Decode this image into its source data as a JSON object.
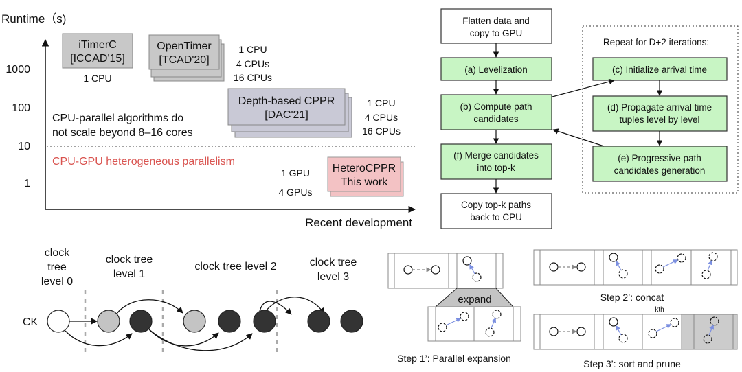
{
  "runtime_chart": {
    "y_axis_label": "Runtime（s)",
    "x_axis_label": "Recent development",
    "y_ticks": [
      "1000",
      "100",
      "10",
      "1"
    ],
    "boxes": [
      {
        "id": "itimerc",
        "lines": [
          "iTimerC",
          "[ICCAD'15]"
        ],
        "resources": [
          "1 CPU"
        ],
        "fill": "#c8c8c8",
        "stacked": false
      },
      {
        "id": "opentimer",
        "lines": [
          "OpenTimer",
          "[TCAD'20]"
        ],
        "resources": [
          "1 CPU",
          "4 CPUs",
          "16 CPUs"
        ],
        "fill": "#c8c8c8",
        "stacked": true
      },
      {
        "id": "depth-cppr",
        "lines": [
          "Depth-based CPPR",
          "[DAC'21]"
        ],
        "resources": [
          "1 CPU",
          "4 CPUs",
          "16 CPUs"
        ],
        "fill": "#c9c9d6",
        "stacked": true
      },
      {
        "id": "heterocppr",
        "lines": [
          "HeteroCPPR",
          "This work"
        ],
        "resources": [
          "1 GPU",
          "4 GPUs"
        ],
        "fill": "#f3c2c4",
        "stacked": true
      }
    ],
    "cpu_note": [
      "CPU-parallel algorithms do",
      "not scale beyond 8–16 cores"
    ],
    "gpu_note": "CPU-GPU heterogeneous parallelism",
    "gpu_note_color": "#d9534f"
  },
  "flowchart": {
    "left": [
      {
        "id": "flatten",
        "lines": [
          "Flatten data and",
          "copy to GPU"
        ],
        "fill": "#ffffff"
      },
      {
        "id": "a",
        "lines": [
          "(a) Levelization"
        ],
        "fill": "#c8f5c4"
      },
      {
        "id": "b",
        "lines": [
          "(b) Compute path",
          "candidates"
        ],
        "fill": "#c8f5c4"
      },
      {
        "id": "f",
        "lines": [
          "(f) Merge candidates",
          "into top-k"
        ],
        "fill": "#c8f5c4"
      },
      {
        "id": "copyback",
        "lines": [
          "Copy top-k paths",
          "back to CPU"
        ],
        "fill": "#ffffff"
      }
    ],
    "loop_title": "Repeat for D+2 iterations:",
    "loop": [
      {
        "id": "c",
        "lines": [
          "(c) Initialize arrival time"
        ],
        "fill": "#c8f5c4"
      },
      {
        "id": "d",
        "lines": [
          "(d) Propagate arrival time",
          "tuples level by level"
        ],
        "fill": "#c8f5c4"
      },
      {
        "id": "e",
        "lines": [
          "(e) Progressive path",
          "candidates generation"
        ],
        "fill": "#c8f5c4"
      }
    ]
  },
  "clock_tree": {
    "root_label": "CK",
    "levels": [
      {
        "lines": [
          "clock",
          "tree",
          "level 0"
        ]
      },
      {
        "lines": [
          "clock tree",
          "level 1"
        ]
      },
      {
        "lines": [
          "clock tree level 2"
        ]
      },
      {
        "lines": [
          "clock tree",
          "level 3"
        ]
      }
    ],
    "node_colors": {
      "root": "#ffffff",
      "light": "#c4c4c4",
      "dark": "#333333"
    }
  },
  "steps": {
    "expand_label": "expand",
    "step1": "Step 1’: Parallel expansion",
    "step2": "Step 2’: concat",
    "kth_label": "kth",
    "step3": "Step 3’: sort and prune",
    "arrow_color": "#7b8fe0",
    "pruned_fill": "#cccccc"
  }
}
